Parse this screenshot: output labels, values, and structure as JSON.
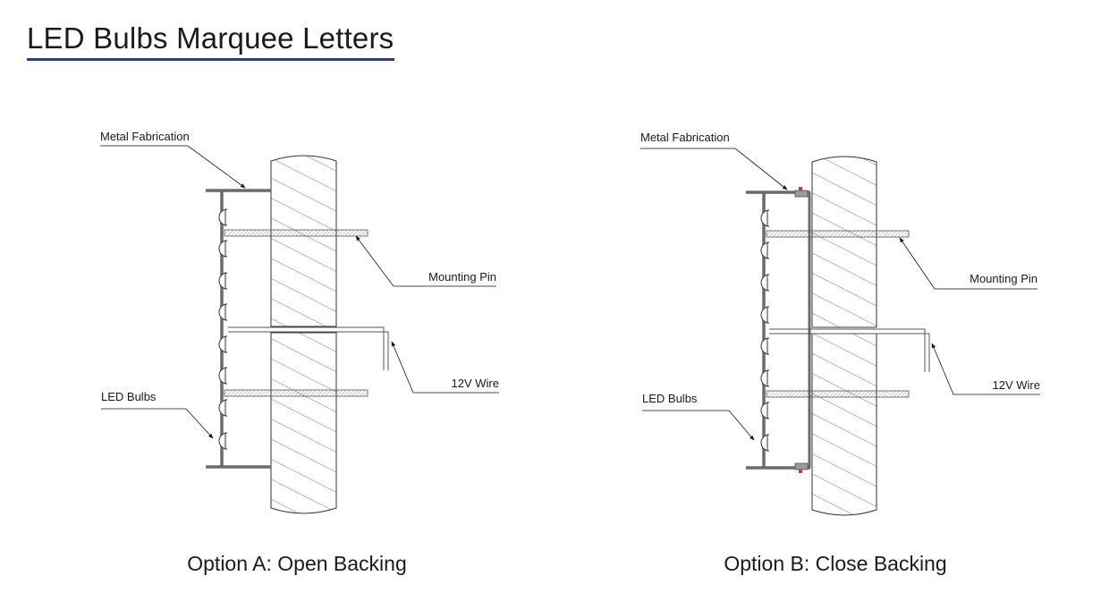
{
  "title": "LED Bulbs Marquee Letters",
  "accent_color": "#2b3a8f",
  "options": [
    {
      "caption": "Option A: Open Backing",
      "labels": {
        "metal_fabrication": "Metal Fabrication",
        "mounting_pin": "Mounting Pin",
        "wire": "12V Wire",
        "led_bulbs": "LED Bulbs"
      }
    },
    {
      "caption": "Option B: Close Backing",
      "labels": {
        "metal_fabrication": "Metal Fabrication",
        "mounting_pin": "Mounting Pin",
        "wire": "12V Wire",
        "led_bulbs": "LED Bulbs"
      }
    }
  ]
}
